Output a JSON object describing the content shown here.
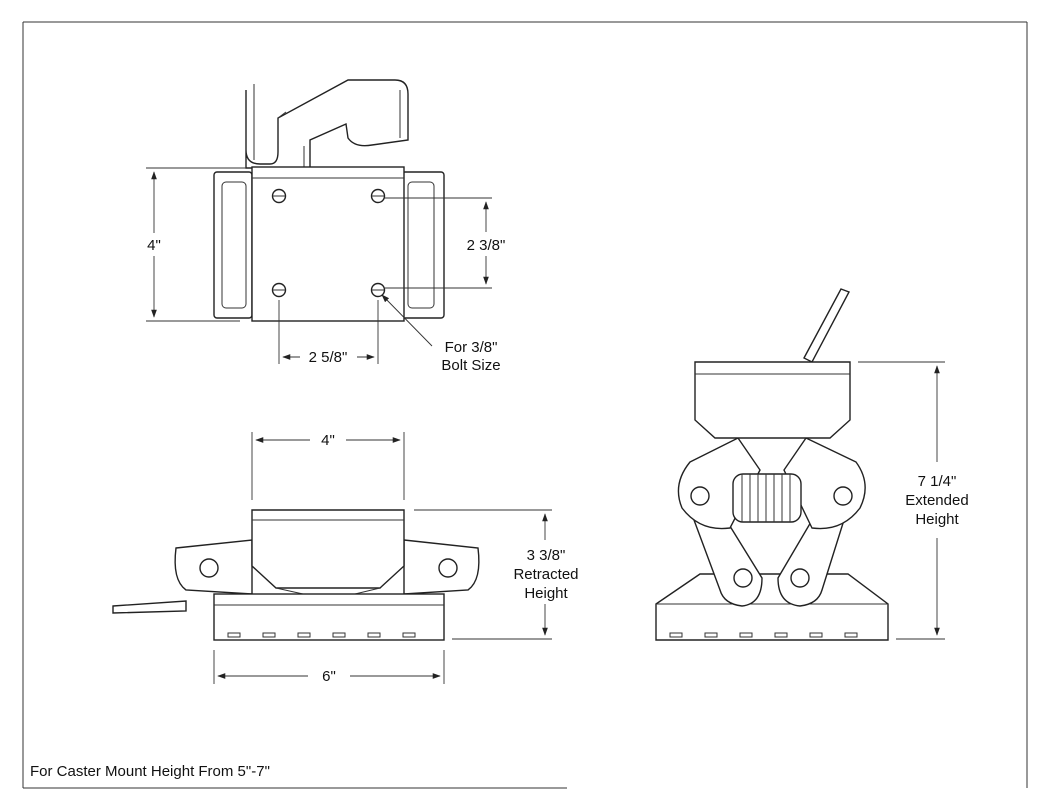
{
  "top_view": {
    "height_label": "4\"",
    "hole_vertical_spacing_label": "2 3/8\"",
    "hole_horizontal_spacing_label": "2 5/8\"",
    "bolt_note_line1": "For 3/8\"",
    "bolt_note_line2": "Bolt Size"
  },
  "side_view": {
    "top_width_label": "4\"",
    "base_width_label": "6\"",
    "height_label_line1": "3 3/8\"",
    "height_label_line2": "Retracted",
    "height_label_line3": "Height"
  },
  "front_view": {
    "height_label_line1": "7 1/4\"",
    "height_label_line2": "Extended",
    "height_label_line3": "Height"
  },
  "footer_note": "For Caster Mount Height From 5\"-7\""
}
